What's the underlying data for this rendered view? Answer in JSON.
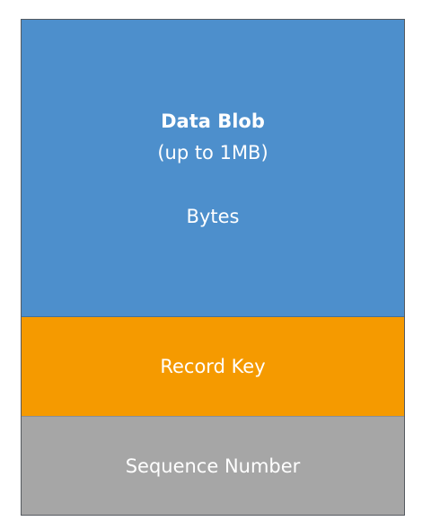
{
  "diagram": {
    "colors": {
      "blob": "#4d8fcc",
      "key": "#f59a00",
      "sequence": "#a6a6a6",
      "text": "#ffffff",
      "border": "#555a60"
    },
    "data_blob": {
      "title": "Data Blob",
      "subtitle": "(up to 1MB)",
      "content": "Bytes"
    },
    "record_key": {
      "label": "Record Key"
    },
    "sequence_number": {
      "label": "Sequence Number"
    }
  }
}
